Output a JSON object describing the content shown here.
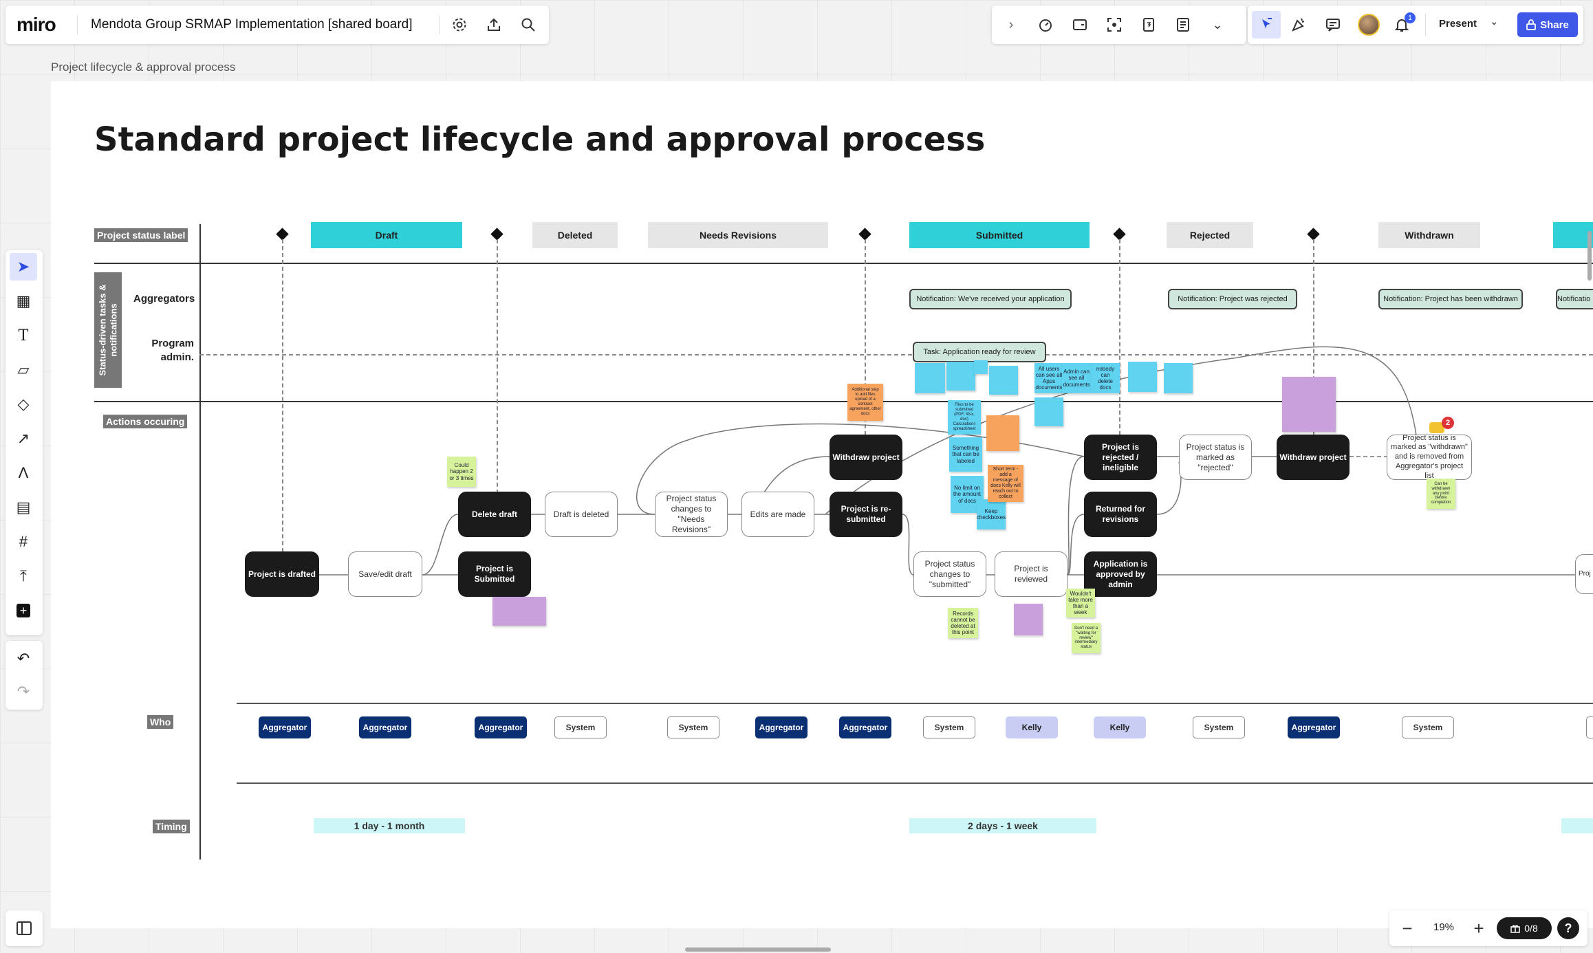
{
  "app": {
    "logo": "miro",
    "board_title": "Mendota Group SRMAP Implementation [shared board]"
  },
  "topbar": {
    "present_label": "Present",
    "share_label": "Share",
    "notification_count": "1"
  },
  "frame": {
    "label": "Project lifecycle & approval process",
    "title": "Standard project lifecycle and approval process"
  },
  "row_labels": {
    "status": "Project status label",
    "side": "Status-driven tasks & notifications",
    "aggregators": "Aggregators",
    "program_admin": "Program admin.",
    "actions": "Actions occuring",
    "who": "Who",
    "timing": "Timing"
  },
  "status_headers": [
    "Draft",
    "Deleted",
    "Needs Revisions",
    "Submitted",
    "Rejected",
    "Withdrawn"
  ],
  "notifications": [
    "Notification: We've received your application",
    "Notification: Project was rejected",
    "Notification: Project has been withdrawn",
    "Notificatio",
    "Task: Application ready for review"
  ],
  "nodes": {
    "project_drafted": "Project is drafted",
    "save_edit_draft": "Save/edit draft",
    "delete_draft": "Delete draft",
    "draft_deleted": "Draft is deleted",
    "project_submitted": "Project is Submitted",
    "status_needs_revisions": "Project status changes to \"Needs Revisions\"",
    "edits_made": "Edits are made",
    "withdraw_project_1": "Withdraw project",
    "project_resubmitted": "Project is re-submitted",
    "status_submitted": "Project status changes to \"submitted\"",
    "project_reviewed": "Project is reviewed",
    "rejected_ineligible": "Project is rejected / ineligible",
    "returned_revisions": "Returned for revisions",
    "approved_admin": "Application is approved by admin",
    "status_rejected": "Project status is marked as \"rejected\"",
    "withdraw_project_2": "Withdraw project",
    "status_withdrawn": "Project status is marked as \"withdrawn\" and is removed from Aggregator's project list",
    "cut_node": "Proj \"ap"
  },
  "stickies": {
    "could_happen": "Could happen 2 or 3 times",
    "files_submitted": "Files to be submitted (PDF, Xlsx, doc) Calculations spreadsheet",
    "something_labeled": "Something that can be labeled",
    "no_limit": "No limit on the amount of docs",
    "keep_checkboxes": "Keep checkboxes",
    "all_users": "All users can see all Apps documents",
    "admin_see": "Admin can see all documents",
    "nobody_delete": "nobody can delete docs",
    "records_cannot": "Records cannot be deleted at this point",
    "wouldnt_take": "Wouldn't take more than a week",
    "dont_need": "Don't need a \"waiting for review\" intermediary status",
    "can_be_withdrawn": "Can be withdrawn any point before completion",
    "additional_step": "Additional step to add files upload of a contract agreement, other docs",
    "short_term": "Short term - add a message of docs Kelly will reach out to collect"
  },
  "who": [
    "Aggregator",
    "Aggregator",
    "Aggregator",
    "System",
    "System",
    "Aggregator",
    "Aggregator",
    "System",
    "Kelly",
    "Kelly",
    "System",
    "Aggregator",
    "System"
  ],
  "timing": [
    "1 day - 1 month",
    "2 days - 1 week"
  ],
  "comment_count": "2",
  "bottom": {
    "zoom": "19%",
    "gift_counter": "0/8",
    "help": "?"
  }
}
